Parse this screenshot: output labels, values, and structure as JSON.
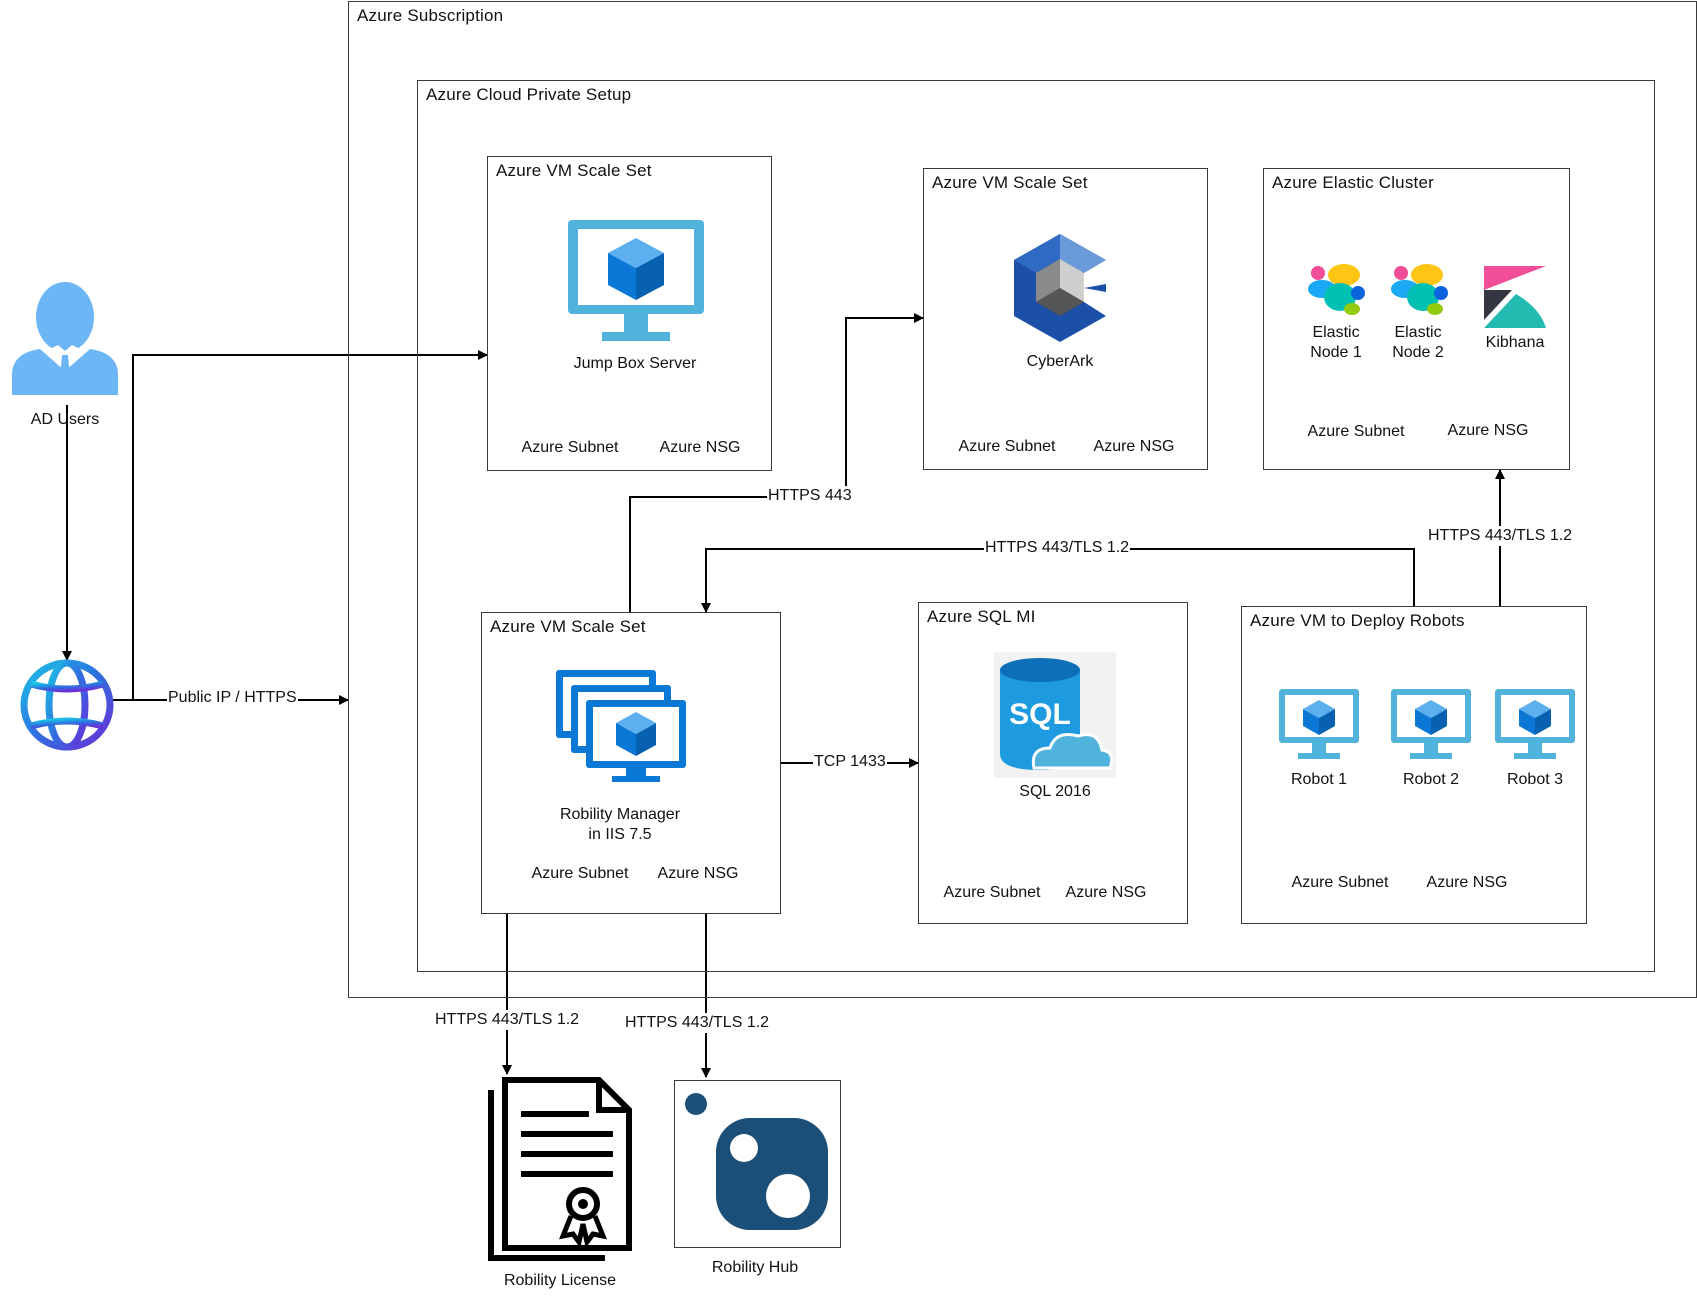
{
  "subscription": {
    "title": "Azure Subscription"
  },
  "private_setup": {
    "title": "Azure Cloud Private Setup"
  },
  "jumpbox": {
    "title": "Azure VM Scale Set",
    "name": "Jump Box Server",
    "subnet": "Azure Subnet",
    "nsg": "Azure NSG"
  },
  "cyberark": {
    "title": "Azure VM Scale Set",
    "name": "CyberArk",
    "subnet": "Azure Subnet",
    "nsg": "Azure NSG"
  },
  "elastic": {
    "title": "Azure Elastic Cluster",
    "node1_l1": "Elastic",
    "node1_l2": "Node 1",
    "node2_l1": "Elastic",
    "node2_l2": "Node 2",
    "kibana": "Kibhana",
    "subnet": "Azure Subnet",
    "nsg": "Azure NSG"
  },
  "manager": {
    "title": "Azure VM Scale Set",
    "name_l1": "Robility Manager",
    "name_l2": "in IIS 7.5",
    "subnet": "Azure Subnet",
    "nsg": "Azure NSG"
  },
  "sql": {
    "title": "Azure SQL MI",
    "name": "SQL 2016",
    "subnet": "Azure Subnet",
    "nsg": "Azure NSG"
  },
  "robots": {
    "title": "Azure VM to Deploy Robots",
    "robot1": "Robot 1",
    "robot2": "Robot 2",
    "robot3": "Robot 3",
    "subnet": "Azure Subnet",
    "nsg": "Azure NSG"
  },
  "external": {
    "ad_users": "AD Users",
    "license": "Robility License",
    "hub": "Robility Hub"
  },
  "edges": {
    "public_ip": "Public IP / HTTPS",
    "mgr_cyberark": "HTTPS 443",
    "robots_mgr": "HTTPS 443/TLS 1.2",
    "robots_elastic": "HTTPS 443/TLS 1.2",
    "mgr_sql": "TCP 1433",
    "mgr_license": "HTTPS 443/TLS 1.2",
    "mgr_hub": "HTTPS 443/TLS 1.2"
  },
  "colors": {
    "azure_blue": "#0a78d4",
    "azure_light": "#4fb3dc",
    "user_blue": "#6cb6f6",
    "hub_navy": "#1b4f77",
    "cyberark_blue": "#1b4fa8"
  }
}
